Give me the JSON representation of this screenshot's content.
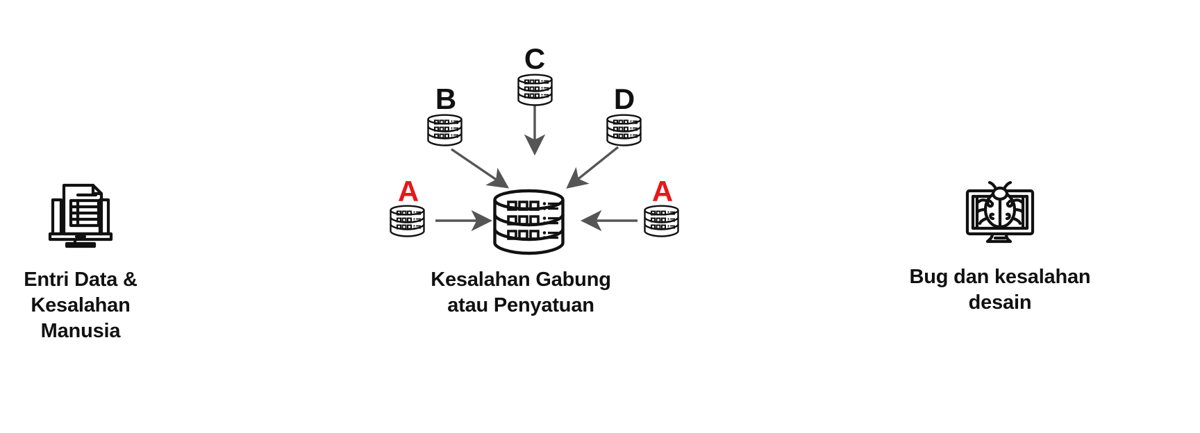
{
  "page": {
    "background_color": "#ffffff",
    "text_color": "#111111",
    "accent_red": "#E8161A",
    "arrow_color": "#555555"
  },
  "left_block": {
    "icon": "document-monitor-icon",
    "caption_line1": "Entri Data &",
    "caption_line2": "Kesalahan",
    "caption_line3": "Manusia"
  },
  "center_block": {
    "caption_line1": "Kesalahan Gabung",
    "caption_line2": "atau Penyatuan",
    "target": {
      "icon": "database-icon",
      "label": ""
    },
    "sources": [
      {
        "label": "A",
        "label_color": "#E8161A",
        "icon": "database-icon",
        "position": "left"
      },
      {
        "label": "B",
        "label_color": "#111111",
        "icon": "database-icon",
        "position": "upper-left"
      },
      {
        "label": "C",
        "label_color": "#111111",
        "icon": "database-icon",
        "position": "top"
      },
      {
        "label": "D",
        "label_color": "#111111",
        "icon": "database-icon",
        "position": "upper-right"
      },
      {
        "label": "A",
        "label_color": "#E8161A",
        "icon": "database-icon",
        "position": "right"
      }
    ]
  },
  "right_block": {
    "icon": "bug-monitor-icon",
    "caption_line1": "Bug dan kesalahan",
    "caption_line2": "desain"
  }
}
